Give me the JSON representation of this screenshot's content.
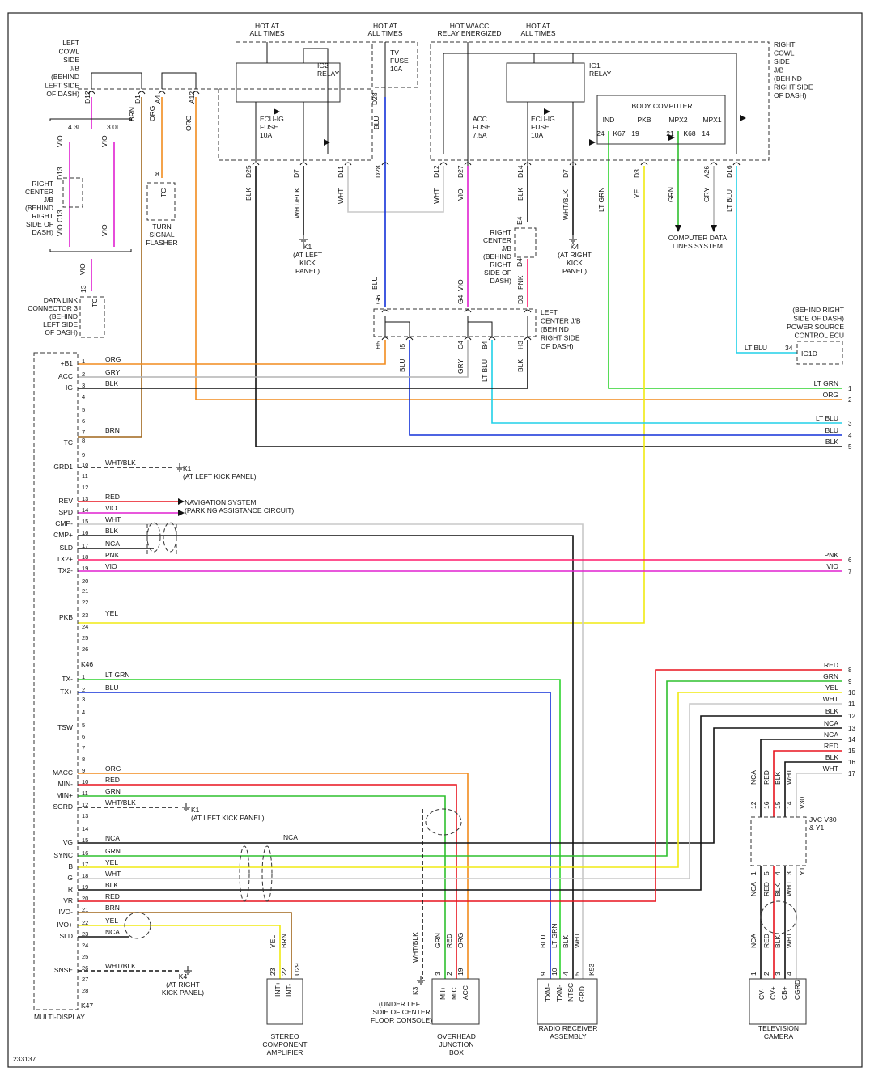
{
  "figure_id": "233137",
  "colors": {
    "ORG": "#f28c1e",
    "GRY": "#b4b4b4",
    "BLK": "#111111",
    "BRN": "#a0661a",
    "RED": "#e8141e",
    "VIO": "#e020d0",
    "WHT": "#c8c8c8",
    "PNK": "#ff1a6a",
    "YEL": "#f0ea12",
    "BLU": "#1230d8",
    "LT GRN": "#2ed42e",
    "GRN": "#2ec02e",
    "LT BLU": "#20d0e8"
  },
  "blocks": {
    "left_cowl": [
      "LEFT",
      "COWL",
      "SIDE",
      "J/B",
      "(BEHIND",
      "LEFT SIDE",
      "OF DASH)"
    ],
    "right_cowl": [
      "RIGHT",
      "COWL",
      "SIDE",
      "J/B",
      "(BEHIND",
      "RIGHT SIDE",
      "OF DASH)"
    ],
    "hot_at_all_times": [
      "HOT AT",
      "ALL TIMES"
    ],
    "hot_w_acc": [
      "HOT W/ACC",
      "RELAY ENERGIZED"
    ],
    "ig2_relay": [
      "IG2",
      "RELAY"
    ],
    "ig1_relay": [
      "IG1",
      "RELAY"
    ],
    "ecu_ig_fuse": [
      "ECU-IG",
      "FUSE",
      "10A"
    ],
    "tv_fuse": [
      "TV",
      "FUSE",
      "10A"
    ],
    "acc_fuse": [
      "ACC",
      "FUSE",
      "7.5A"
    ],
    "body_computer": "BODY COMPUTER",
    "body_pins": [
      "IND",
      "PKB",
      "MPX2",
      "MPX1"
    ],
    "body_pin_nums": [
      "24",
      "K67",
      "19",
      "21",
      "K68",
      "14"
    ],
    "right_center_jb_left": [
      "RIGHT",
      "CENTER",
      "J/B",
      "(BEHIND",
      "RIGHT",
      "SIDE OF",
      "DASH)"
    ],
    "right_center_jb_mid": [
      "RIGHT",
      "CENTER",
      "J/B",
      "(BEHIND",
      "RIGHT",
      "SIDE OF",
      "DASH)"
    ],
    "turn_signal": [
      "TURN",
      "SIGNAL",
      "FLASHER"
    ],
    "data_link": [
      "DATA LINK",
      "CONNECTOR 3",
      "(BEHIND",
      "LEFT SIDE",
      "OF DASH)"
    ],
    "k1": [
      "K1",
      "(AT LEFT",
      "KICK",
      "PANEL)"
    ],
    "k4": [
      "K4",
      "(AT RIGHT",
      "KICK",
      "PANEL)"
    ],
    "computer_data": [
      "COMPUTER DATA",
      "LINES SYSTEM"
    ],
    "left_center_jb": [
      "LEFT",
      "CENTER J/B",
      "(BEHIND",
      "RIGHT SIDE",
      "OF DASH)"
    ],
    "power_source": [
      "(BEHIND RIGHT",
      "SIDE OF DASH)",
      "POWER SOURCE",
      "CONTROL ECU"
    ],
    "ig1d": "IG1D",
    "ig1d_pin": "34",
    "engine_43": "4.3L",
    "engine_30": "3.0L",
    "multi_display": "MULTI-DISPLAY",
    "k46": "K46",
    "k47": "K47",
    "nav_system": [
      "NAVIGATION SYSTEM",
      "(PARKING ASSISTANCE CIRCUIT)"
    ],
    "k1_left": [
      "K1",
      "(AT LEFT KICK PANEL)"
    ],
    "k4_right": [
      "K4",
      "(AT RIGHT",
      "KICK PANEL)"
    ],
    "k3": [
      "K3",
      "(UNDER LEFT",
      "SDIE OF CENTER",
      "FLOOR CONSOLE)"
    ],
    "stereo": [
      "STEREO",
      "COMPONENT",
      "AMPLIFIER"
    ],
    "overhead": [
      "OVERHEAD",
      "JUNCTION",
      "BOX"
    ],
    "radio": [
      "RADIO RECEIVER",
      "ASSEMBLY"
    ],
    "tv_camera": [
      "TELEVISION",
      "CAMERA"
    ],
    "jvc": [
      "JVC V30",
      "& Y1"
    ],
    "stereo_pins": [
      "INT+",
      "INT-"
    ],
    "stereo_nums": [
      "23",
      "22",
      "U29"
    ],
    "overhead_pins": [
      "MII+",
      "MIC",
      "ACC"
    ],
    "overhead_nums": [
      "3",
      "2",
      "19"
    ],
    "radio_pins": [
      "TXM+",
      "TXM-",
      "NTSC",
      "GRD"
    ],
    "radio_nums": [
      "9",
      "10",
      "4",
      "5",
      "K53"
    ],
    "cam_pins": [
      "CV-",
      "CV+",
      "CB+",
      "CGRD"
    ],
    "cam_nums": [
      "1",
      "2",
      "3",
      "4"
    ]
  },
  "k46_pins": [
    {
      "n": "1",
      "name": "+B1",
      "wire": "ORG"
    },
    {
      "n": "2",
      "name": "ACC",
      "wire": "GRY"
    },
    {
      "n": "3",
      "name": "IG",
      "wire": "BLK"
    },
    {
      "n": "4",
      "name": "",
      "wire": ""
    },
    {
      "n": "5",
      "name": "",
      "wire": ""
    },
    {
      "n": "6",
      "name": "",
      "wire": ""
    },
    {
      "n": "7",
      "name": "",
      "wire": "BRN"
    },
    {
      "n": "8",
      "name": "TC",
      "wire": ""
    },
    {
      "n": "9",
      "name": "",
      "wire": ""
    },
    {
      "n": "10",
      "name": "GRD1",
      "wire": "WHT/BLK"
    },
    {
      "n": "11",
      "name": "",
      "wire": ""
    },
    {
      "n": "12",
      "name": "",
      "wire": ""
    },
    {
      "n": "13",
      "name": "REV",
      "wire": "RED"
    },
    {
      "n": "14",
      "name": "SPD",
      "wire": "VIO"
    },
    {
      "n": "15",
      "name": "CMP-",
      "wire": "WHT"
    },
    {
      "n": "16",
      "name": "CMP+",
      "wire": "BLK"
    },
    {
      "n": "17",
      "name": "SLD",
      "wire": "NCA"
    },
    {
      "n": "18",
      "name": "TX2+",
      "wire": "PNK"
    },
    {
      "n": "19",
      "name": "TX2-",
      "wire": "VIO"
    },
    {
      "n": "20",
      "name": "",
      "wire": ""
    },
    {
      "n": "21",
      "name": "",
      "wire": ""
    },
    {
      "n": "22",
      "name": "",
      "wire": ""
    },
    {
      "n": "23",
      "name": "PKB",
      "wire": "YEL"
    },
    {
      "n": "24",
      "name": "",
      "wire": ""
    },
    {
      "n": "25",
      "name": "",
      "wire": ""
    },
    {
      "n": "26",
      "name": "",
      "wire": ""
    }
  ],
  "k47_pins": [
    {
      "n": "1",
      "name": "TX-",
      "wire": "LT GRN"
    },
    {
      "n": "2",
      "name": "TX+",
      "wire": "BLU"
    },
    {
      "n": "3",
      "name": "",
      "wire": ""
    },
    {
      "n": "4",
      "name": "",
      "wire": ""
    },
    {
      "n": "5",
      "name": "TSW",
      "wire": ""
    },
    {
      "n": "6",
      "name": "",
      "wire": ""
    },
    {
      "n": "7",
      "name": "",
      "wire": ""
    },
    {
      "n": "8",
      "name": "",
      "wire": ""
    },
    {
      "n": "9",
      "name": "MACC",
      "wire": "ORG"
    },
    {
      "n": "10",
      "name": "MIN-",
      "wire": "RED"
    },
    {
      "n": "11",
      "name": "MIN+",
      "wire": "GRN"
    },
    {
      "n": "12",
      "name": "SGRD",
      "wire": "WHT/BLK"
    },
    {
      "n": "13",
      "name": "",
      "wire": ""
    },
    {
      "n": "14",
      "name": "",
      "wire": ""
    },
    {
      "n": "15",
      "name": "VG",
      "wire": "NCA"
    },
    {
      "n": "16",
      "name": "SYNC",
      "wire": "GRN"
    },
    {
      "n": "17",
      "name": "B",
      "wire": "YEL"
    },
    {
      "n": "18",
      "name": "G",
      "wire": "WHT"
    },
    {
      "n": "19",
      "name": "R",
      "wire": "BLK"
    },
    {
      "n": "20",
      "name": "VR",
      "wire": "RED"
    },
    {
      "n": "21",
      "name": "IVO-",
      "wire": "BRN"
    },
    {
      "n": "22",
      "name": "IVO+",
      "wire": "YEL"
    },
    {
      "n": "23",
      "name": "SLD",
      "wire": "NCA"
    },
    {
      "n": "24",
      "name": "",
      "wire": ""
    },
    {
      "n": "25",
      "name": "",
      "wire": ""
    },
    {
      "n": "26",
      "name": "SNSE",
      "wire": "WHT/BLK"
    },
    {
      "n": "27",
      "name": "",
      "wire": ""
    },
    {
      "n": "28",
      "name": "",
      "wire": ""
    }
  ],
  "right_refs": [
    {
      "n": "1",
      "wire": "LT GRN"
    },
    {
      "n": "2",
      "wire": "ORG"
    },
    {
      "n": "3",
      "wire": "LT BLU"
    },
    {
      "n": "4",
      "wire": "BLU"
    },
    {
      "n": "5",
      "wire": "BLK"
    },
    {
      "n": "6",
      "wire": "PNK"
    },
    {
      "n": "7",
      "wire": "VIO"
    },
    {
      "n": "8",
      "wire": "RED"
    },
    {
      "n": "9",
      "wire": "GRN"
    },
    {
      "n": "10",
      "wire": "YEL"
    },
    {
      "n": "11",
      "wire": "WHT"
    },
    {
      "n": "12",
      "wire": "BLK"
    },
    {
      "n": "13",
      "wire": "NCA"
    },
    {
      "n": "14",
      "wire": "NCA"
    },
    {
      "n": "15",
      "wire": "RED"
    },
    {
      "n": "16",
      "wire": "BLK"
    },
    {
      "n": "17",
      "wire": "WHT"
    }
  ]
}
